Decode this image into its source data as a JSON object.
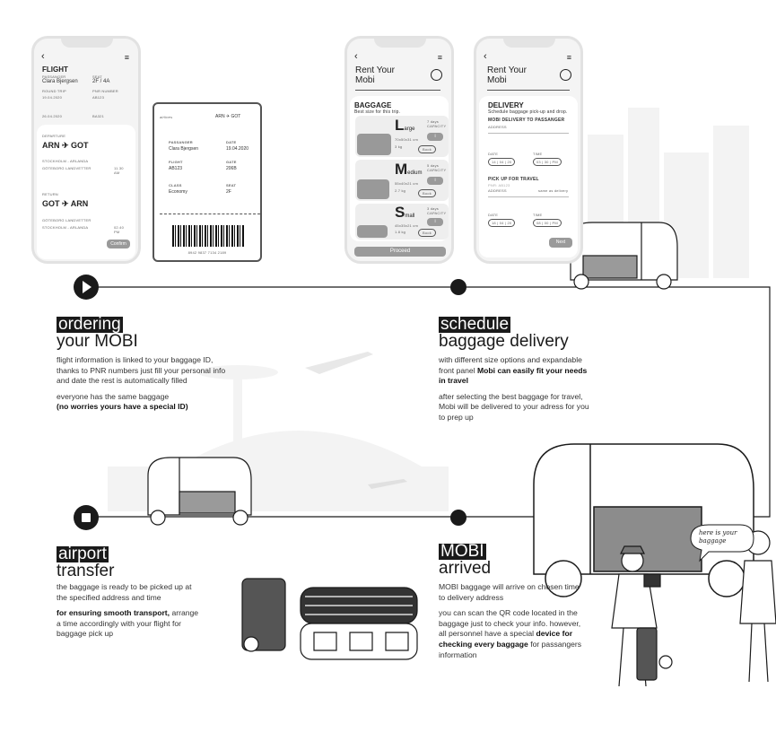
{
  "phone1": {
    "title": "FLIGHT",
    "passenger_label": "PASSANGER",
    "passenger": "Clara Bjergsen",
    "seat_label": "SEAT",
    "seat": "2F / 4A",
    "round_trip_label": "ROUND TRIP",
    "pnr_label": "PNR NUMBER",
    "date1": "19.04.2020",
    "date2": "26.04.2020",
    "pnr1": "AB123",
    "pnr2": "BA321",
    "departure_label": "DEPARTURE",
    "departure_route": [
      "ARN",
      "GOT"
    ],
    "dep_from": "STOCKHOLM - ARLANDA",
    "dep_to": "GÖTEBORG LANDVETTER",
    "dep_time": "11.30 AM",
    "return_label": "RETURN",
    "return_route": [
      "GOT",
      "ARN"
    ],
    "ret_from": "GÖTEBORG LANDVETTER",
    "ret_to": "STOCKHOLM - ARLANDA",
    "ret_time": "02.40 PM",
    "confirm": "Confirm"
  },
  "boarding_pass": {
    "airline": "airlines",
    "route": [
      "ARN",
      "GOT"
    ],
    "passenger_label": "PASSANGER",
    "passenger": "Clara Bjergsen",
    "date_label": "DATE",
    "date": "19.04.2020",
    "flight_label": "FLIGHT",
    "flight": "AB123",
    "gate_label": "GATE",
    "gate": "206B",
    "class_label": "CLASS",
    "class": "Economy",
    "seat_label": "SEAT",
    "seat": "2F",
    "barcode_number": "8942 9837 7134 2189"
  },
  "phone2": {
    "title": "Rent Your Mobi",
    "section": "BAGGAGE",
    "subtitle": "Best size for this trip.",
    "sizes": [
      {
        "letter": "L",
        "rest": "arge",
        "capacity": "7 days CAPACITY",
        "dims": "70x50x31 cm",
        "weight": "3 kg",
        "book": "Book"
      },
      {
        "letter": "M",
        "rest": "edium",
        "capacity": "5 days CAPACITY",
        "dims": "55x40x21 cm",
        "weight": "2.7 kg",
        "book": "Book"
      },
      {
        "letter": "S",
        "rest": "mall",
        "capacity": "3 days CAPACITY",
        "dims": "45x35x21 cm",
        "weight": "1.8 kg",
        "book": "Book"
      }
    ],
    "proceed": "Proceed"
  },
  "phone3": {
    "title": "Rent Your Mobi",
    "section": "DELIVERY",
    "subtitle": "Schedule baggage pick-up and drop.",
    "delivery_heading": "MOBI DELIVERY TO PASSANGER",
    "address_label": "ADDRESS",
    "date_label": "DATE",
    "time_label": "TIME",
    "date1": [
      "14",
      "04",
      "20"
    ],
    "time1": [
      "03",
      "30",
      "PM"
    ],
    "pickup_heading": "PICK UP FOR TRAVEL",
    "pnr": "PNR: AB123",
    "same_label": "same as delivery",
    "date2": [
      "18",
      "04",
      "20"
    ],
    "time2": [
      "08",
      "00",
      "PM"
    ],
    "next": "Next"
  },
  "steps": [
    {
      "highlight": "ordering",
      "heading": "your MOBI",
      "p1": "flight information is linked to your baggage ID, thanks to PNR numbers just fill your personal info and date the rest is automatically filled",
      "p2": "everyone has the same baggage",
      "p2_bold": "(no worries yours have a special ID)"
    },
    {
      "highlight": "schedule",
      "heading": "baggage delivery",
      "p1": "with different size options and expandable front panel",
      "p1_bold": "Mobi can easily fit your needs in travel",
      "p2": "after selecting the best baggage for travel, Mobi will be delivered to your adress for you to prep up"
    },
    {
      "highlight": "airport",
      "heading": "transfer",
      "p1": "the baggage is ready to be picked up at the specified address and time",
      "p2_bold": "for ensuring smooth transport,",
      "p2": "arrange a time accordingly with your flight for baggage pick up"
    },
    {
      "highlight": "MOBI",
      "heading": "arrived",
      "p1": "MOBI baggage will arrive on chosen time to delivery address",
      "p2": "you can scan the QR code located in the baggage just to check your info. however, all personnel have a special",
      "p2_bold": "device for checking every baggage",
      "p2_end": "for passangers information"
    }
  ],
  "speech_bubble": "here is your baggage",
  "colors": {
    "ink": "#1a1a1a",
    "grey": "#9a9a9a",
    "bg_light": "#f0f0f0"
  }
}
